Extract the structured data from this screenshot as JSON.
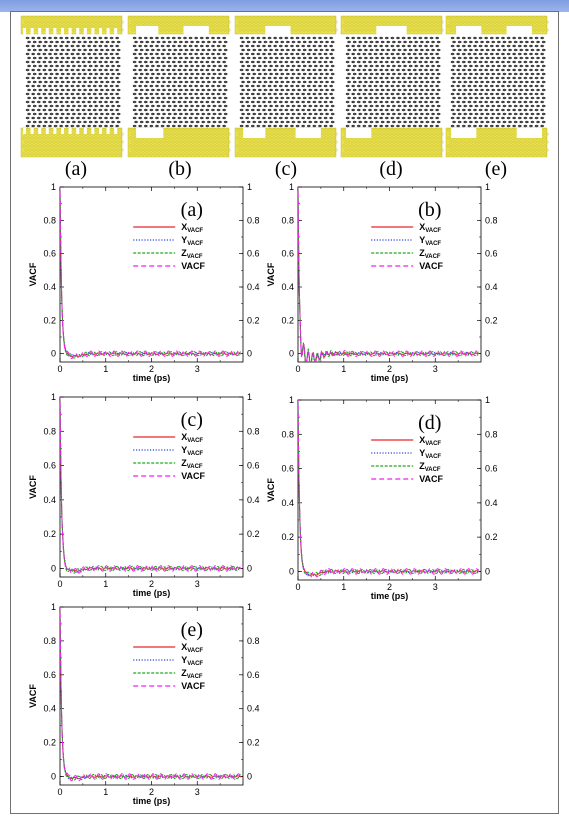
{
  "structure_labels": [
    "(a)",
    "(b)",
    "(c)",
    "(d)",
    "(e)"
  ],
  "colors": {
    "gold": "#e8e04a",
    "x_vacf": "#e8262b",
    "y_vacf": "#3246d8",
    "z_vacf": "#21a621",
    "vacf": "#ee22ee",
    "frame": "#707070",
    "topbar": "#8aa6e4"
  },
  "chart_data": [
    {
      "type": "line",
      "label": "(a)",
      "xlabel": "time (ps)",
      "ylabel": "VACF",
      "xlim": [
        0,
        4
      ],
      "ylim": [
        -0.05,
        1
      ],
      "xticks": [
        0,
        1,
        2,
        3
      ],
      "yticks": [
        0,
        0.2,
        0.4,
        0.6,
        0.8,
        1
      ],
      "series": [
        {
          "name": "X",
          "sub": "VACF",
          "style": "solid"
        },
        {
          "name": "Y",
          "sub": "VACF",
          "style": "dotted"
        },
        {
          "name": "Z",
          "sub": "VACF",
          "style": "dashdot"
        },
        {
          "name": "VACF",
          "sub": "",
          "style": "dashed"
        }
      ],
      "curve": {
        "tau": 0.035,
        "dip": -0.015,
        "osc_amp": 0.0,
        "osc_period": 0.1,
        "osc_decay": 0.3
      }
    },
    {
      "type": "line",
      "label": "(b)",
      "xlabel": "time (ps)",
      "ylabel": "VACF",
      "xlim": [
        0,
        4
      ],
      "ylim": [
        -0.05,
        1
      ],
      "xticks": [
        0,
        1,
        2,
        3
      ],
      "yticks": [
        0,
        0.2,
        0.4,
        0.6,
        0.8,
        1
      ],
      "series": [
        {
          "name": "X",
          "sub": "VACF",
          "style": "solid"
        },
        {
          "name": "Y",
          "sub": "VACF",
          "style": "dotted"
        },
        {
          "name": "Z",
          "sub": "VACF",
          "style": "dashdot"
        },
        {
          "name": "VACF",
          "sub": "",
          "style": "dashed"
        }
      ],
      "curve": {
        "tau": 0.03,
        "dip": -0.03,
        "osc_amp": 0.09,
        "osc_period": 0.1,
        "osc_decay": 0.3
      }
    },
    {
      "type": "line",
      "label": "(c)",
      "xlabel": "time (ps)",
      "ylabel": "VACF",
      "xlim": [
        0,
        4
      ],
      "ylim": [
        -0.05,
        1
      ],
      "xticks": [
        0,
        1,
        2,
        3
      ],
      "yticks": [
        0,
        0.2,
        0.4,
        0.6,
        0.8,
        1
      ],
      "series": [
        {
          "name": "X",
          "sub": "VACF",
          "style": "solid"
        },
        {
          "name": "Y",
          "sub": "VACF",
          "style": "dotted"
        },
        {
          "name": "Z",
          "sub": "VACF",
          "style": "dashdot"
        },
        {
          "name": "VACF",
          "sub": "",
          "style": "dashed"
        }
      ],
      "curve": {
        "tau": 0.035,
        "dip": -0.015,
        "osc_amp": 0.02,
        "osc_period": 0.2,
        "osc_decay": 0.15
      }
    },
    {
      "type": "line",
      "label": "(d)",
      "xlabel": "time (ps)",
      "ylabel": "VACF",
      "xlim": [
        0,
        4
      ],
      "ylim": [
        -0.05,
        1
      ],
      "xticks": [
        0,
        1,
        2,
        3
      ],
      "yticks": [
        0,
        0.2,
        0.4,
        0.6,
        0.8,
        1
      ],
      "series": [
        {
          "name": "X",
          "sub": "VACF",
          "style": "solid"
        },
        {
          "name": "Y",
          "sub": "VACF",
          "style": "dotted"
        },
        {
          "name": "Z",
          "sub": "VACF",
          "style": "dashdot"
        },
        {
          "name": "VACF",
          "sub": "",
          "style": "dashed"
        }
      ],
      "curve": {
        "tau": 0.035,
        "dip": -0.02,
        "osc_amp": 0.0,
        "osc_period": 0.1,
        "osc_decay": 0.3
      }
    },
    {
      "type": "line",
      "label": "(e)",
      "xlabel": "time (ps)",
      "ylabel": "VACF",
      "xlim": [
        0,
        4
      ],
      "ylim": [
        -0.05,
        1
      ],
      "xticks": [
        0,
        1,
        2,
        3
      ],
      "yticks": [
        0,
        0.2,
        0.4,
        0.6,
        0.8,
        1
      ],
      "series": [
        {
          "name": "X",
          "sub": "VACF",
          "style": "solid"
        },
        {
          "name": "Y",
          "sub": "VACF",
          "style": "dotted"
        },
        {
          "name": "Z",
          "sub": "VACF",
          "style": "dashdot"
        },
        {
          "name": "VACF",
          "sub": "",
          "style": "dashed"
        }
      ],
      "curve": {
        "tau": 0.035,
        "dip": -0.01,
        "osc_amp": 0.0,
        "osc_period": 0.1,
        "osc_decay": 0.3
      }
    }
  ]
}
